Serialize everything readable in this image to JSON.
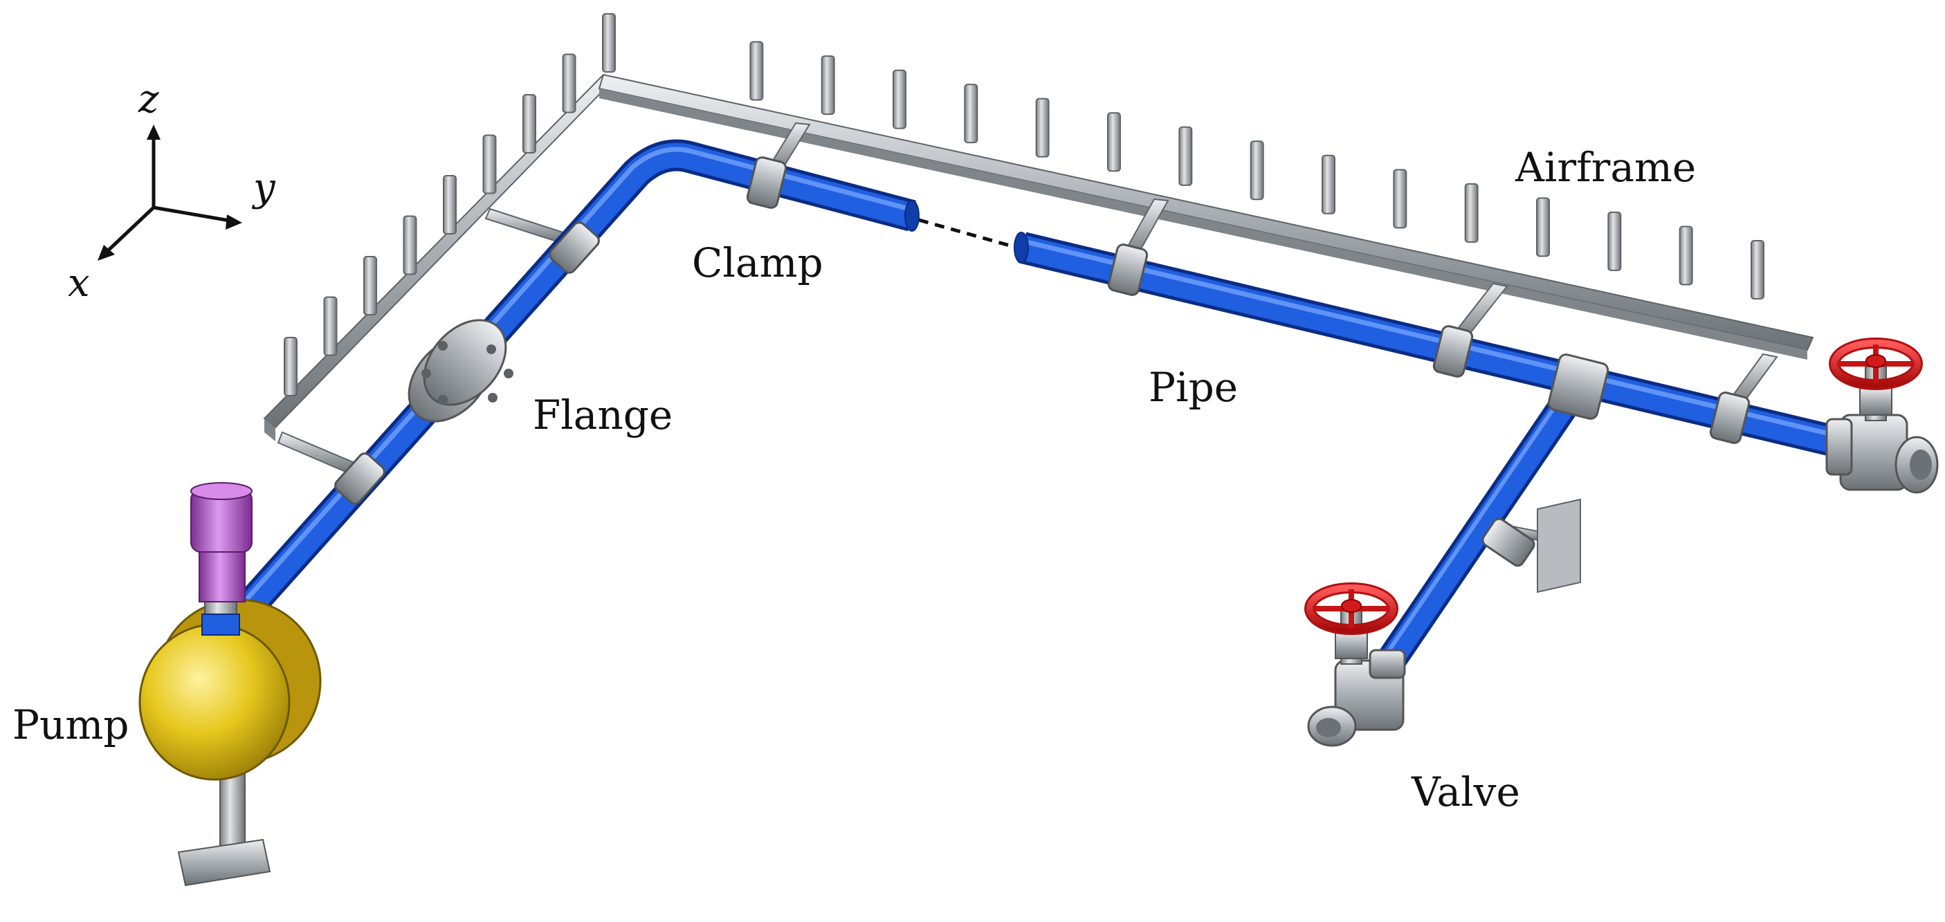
{
  "labels": {
    "airframe": "Airframe",
    "clamp": "Clamp",
    "flange": "Flange",
    "pipe": "Pipe",
    "pump": "Pump",
    "valve": "Valve"
  },
  "axes": {
    "x": "x",
    "y": "y",
    "z": "z"
  },
  "colors": {
    "pipe": "#1f5fe0",
    "frame": "#a8adb2",
    "pump_body": "#e6c81e",
    "motor": "#b258c8",
    "valve_handle": "#d01818",
    "valve_body": "#c9ccd0",
    "clamp": "#b9bcbf"
  },
  "icons": [
    "coordinate-axes",
    "pump",
    "flange",
    "clamp",
    "valve",
    "airframe"
  ]
}
